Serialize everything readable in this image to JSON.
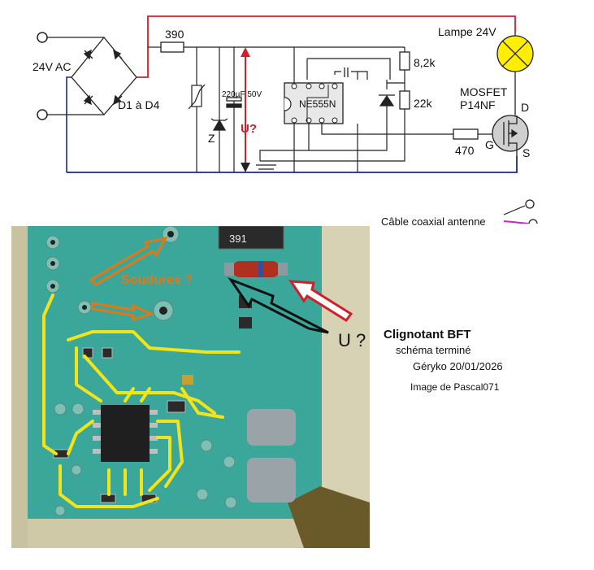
{
  "schematic": {
    "supply_label": "24V AC",
    "bridge_label": "D1 à D4",
    "resistor_390": "390",
    "zener_label": "Z",
    "capacitor_label": "220µF 50V",
    "voltage_probe": "U?",
    "ic_label": "NE555N",
    "resistor_8k2": "8,2k",
    "resistor_22k": "22k",
    "lamp_label": "Lampe 24V",
    "mosfet_label_1": "MOSFET",
    "mosfet_label_2": "P14NF",
    "drain_label": "D",
    "gate_label": "G",
    "source_label": "S",
    "resistor_470": "470",
    "coax_label": "Câble coaxial antenne"
  },
  "info": {
    "title": "Clignotant BFT",
    "status": "schéma  terminé",
    "author_date": "Géryko 20/01/2026",
    "credit": "Image de  Pascal071"
  },
  "photo": {
    "soldering_note": "Soudures ?",
    "voltage_note": "U ?",
    "component_marking": "391"
  },
  "colors": {
    "positive_rail": "#d0202a",
    "negative_rail": "#1a2a8a",
    "wire": "#222222",
    "lamp": "#ffee00",
    "pcb": "#3aa79a",
    "trace": "#f2e41a",
    "arrow_orange": "#e07818",
    "arrow_red": "#d0202a",
    "coax": "#d020d0"
  }
}
